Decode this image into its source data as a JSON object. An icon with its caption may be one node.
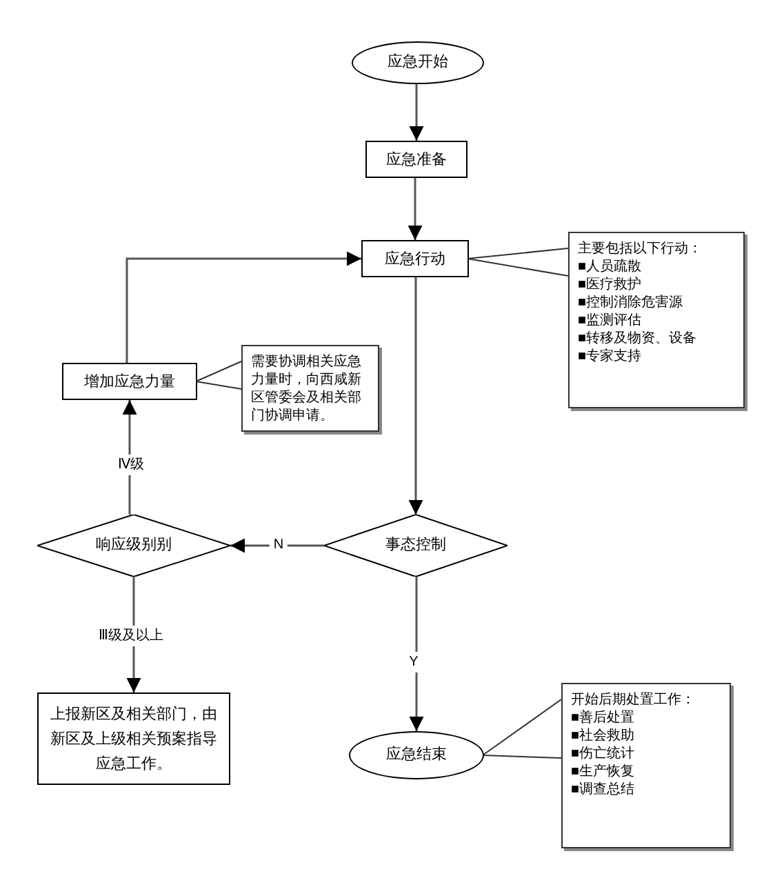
{
  "diagram": {
    "nodes": [
      {
        "text": [
          "应急开始"
        ]
      },
      {
        "text": [
          "应急准备"
        ]
      },
      {
        "text": [
          "应急行动"
        ]
      },
      {
        "text": [
          "主要包括以下行动：",
          "■人员疏散",
          "■医疗救护",
          "■控制消除危害源",
          "■监测评估",
          "■转移及物资、设备",
          "■专家支持"
        ]
      },
      {
        "text": [
          "增加应急力量"
        ]
      },
      {
        "text": [
          "需要协调相关应急力量时，向西咸新区管委会及相关部门协调申请。"
        ]
      },
      {
        "text": [
          "响应级别别"
        ]
      },
      {
        "text": [
          "事态控制"
        ]
      },
      {
        "text": [
          "上报新区及相关部门，由新区及上级相关预案指导应急工作。"
        ]
      },
      {
        "text": [
          "应急结束"
        ]
      },
      {
        "text": [
          "开始后期处置工作：",
          "■善后处置",
          "■社会救助",
          "■伤亡统计",
          "■生产恢复",
          "■调查总结"
        ]
      }
    ],
    "edges": [
      {
        "from": 0,
        "to": 1,
        "arrow": "to"
      },
      {
        "from": 1,
        "to": 2,
        "arrow": "to"
      },
      {
        "from": 4,
        "to": 2,
        "arrow": "to"
      },
      {
        "from": 3,
        "to": 2,
        "arrow": "none"
      },
      {
        "from": 5,
        "to": 4,
        "arrow": "none"
      },
      {
        "from": 2,
        "to": 7,
        "arrow": "to"
      },
      {
        "from": 7,
        "to": 6,
        "arrow": "to",
        "label": "N"
      },
      {
        "from": 6,
        "to": 4,
        "arrow": "to",
        "label": "Ⅳ级"
      },
      {
        "from": 6,
        "to": 8,
        "arrow": "to",
        "label": "Ⅲ级及以上"
      },
      {
        "from": 7,
        "to": 9,
        "arrow": "to",
        "label": "Y"
      },
      {
        "from": 10,
        "to": 9,
        "arrow": "none"
      }
    ]
  }
}
